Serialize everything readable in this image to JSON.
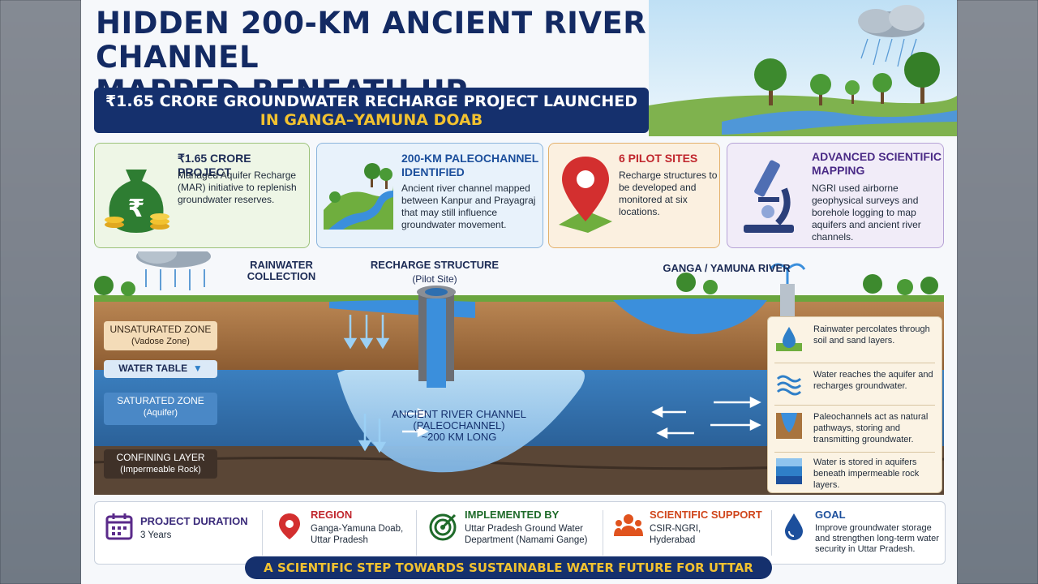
{
  "title": {
    "line1": "HIDDEN 200-KM ANCIENT RIVER CHANNEL",
    "line2": "MAPPED BENEATH UP"
  },
  "subtitle": {
    "line1": "₹1.65 CRORE GROUNDWATER RECHARGE PROJECT LAUNCHED",
    "line2": "IN GANGA–YAMUNA DOAB"
  },
  "cards": [
    {
      "icon": "money-bag-icon",
      "title": "₹1.65 CRORE PROJECT",
      "body": "Managed Aquifer Recharge (MAR) initiative to replenish groundwater reserves."
    },
    {
      "icon": "river-icon",
      "title": "200-KM PALEOCHANNEL IDENTIFIED",
      "body": "Ancient river channel mapped between Kanpur and Prayagraj that may still influence groundwater movement."
    },
    {
      "icon": "location-pin-icon",
      "title": "6 PILOT SITES",
      "body": "Recharge structures to be developed and monitored at six locations."
    },
    {
      "icon": "microscope-icon",
      "title": "ADVANCED SCIENTIFIC MAPPING",
      "body": "NGRI used airborne geophysical surveys and borehole logging to map aquifers and ancient river channels."
    }
  ],
  "diagram": {
    "rainwater_label": "RAINWATER COLLECTION",
    "recharge_label": "RECHARGE STRUCTURE",
    "recharge_sub": "(Pilot Site)",
    "river_label": "GANGA / YAMUNA RIVER",
    "unsaturated": "UNSATURATED ZONE",
    "unsaturated_sub": "(Vadose Zone)",
    "water_table": "WATER TABLE",
    "saturated": "SATURATED ZONE",
    "saturated_sub": "(Aquifer)",
    "confining": "CONFINING LAYER",
    "confining_sub": "(Impermeable Rock)",
    "channel_l1": "ANCIENT RIVER CHANNEL",
    "channel_l2": "(PALEOCHANNEL)",
    "channel_l3": "~200 KM LONG",
    "steps": [
      {
        "icon": "water-drop-icon",
        "text": "Rainwater percolates through soil and sand layers."
      },
      {
        "icon": "waves-icon",
        "text": "Water reaches the aquifer and recharges groundwater."
      },
      {
        "icon": "paleochannel-icon",
        "text": "Paleochannels act as natural pathways, storing and transmitting groundwater."
      },
      {
        "icon": "aquifer-layers-icon",
        "text": "Water is stored in aquifers beneath impermeable rock layers."
      }
    ]
  },
  "info": [
    {
      "icon": "calendar-icon",
      "title": "PROJECT DURATION",
      "value": "3 Years",
      "color": "#3a2a7a"
    },
    {
      "icon": "location-pin-icon",
      "title": "REGION",
      "value": "Ganga-Yamuna Doab, Uttar Pradesh",
      "color": "#c0262d"
    },
    {
      "icon": "target-icon",
      "title": "IMPLEMENTED BY",
      "value": "Uttar Pradesh Ground Water Department (Namami Gange)",
      "color": "#1f6b2a"
    },
    {
      "icon": "team-icon",
      "title": "SCIENTIFIC SUPPORT",
      "value": "CSIR-NGRI, Hyderabad",
      "color": "#d0461c"
    },
    {
      "icon": "water-drop-icon",
      "title": "GOAL",
      "value": "Improve groundwater storage and strengthen long-term water security in Uttar Pradesh.",
      "color": "#1c4f9c"
    }
  ],
  "banner": "A SCIENTIFIC STEP TOWARDS SUSTAINABLE WATER FUTURE FOR UTTAR PRADESH",
  "colors": {
    "navy": "#15306d",
    "gold": "#f2c230",
    "water": "#2f7fc8",
    "soil": "#9a6a3c"
  }
}
